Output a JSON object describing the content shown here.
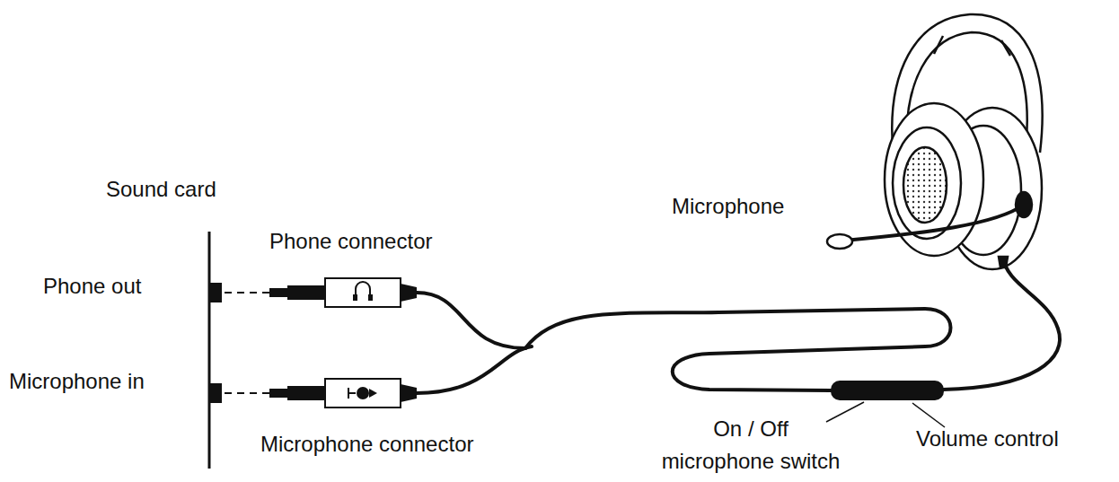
{
  "diagram": {
    "labels": [
      "Sound card",
      "Phone out",
      "Microphone in",
      "Phone connector",
      "Microphone connector",
      "Microphone",
      "On / Off microphone switch",
      "Volume control"
    ]
  }
}
